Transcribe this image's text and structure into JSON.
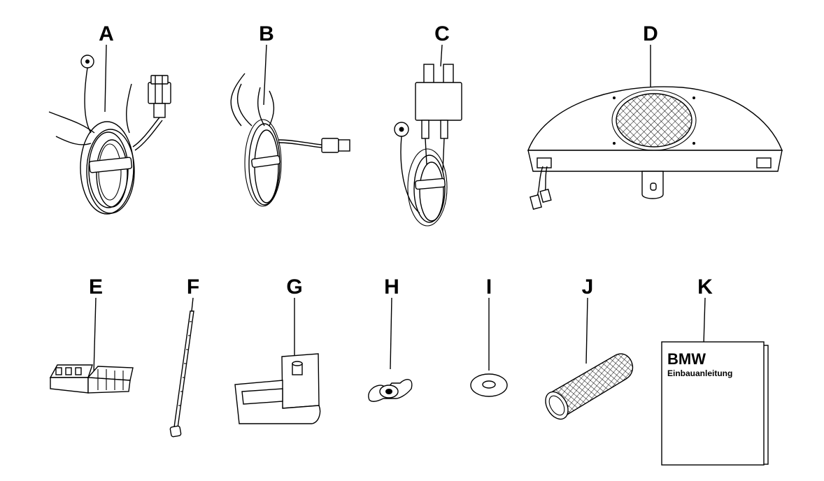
{
  "labels": {
    "A": "A",
    "B": "B",
    "C": "C",
    "D": "D",
    "E": "E",
    "F": "F",
    "G": "G",
    "H": "H",
    "I": "I",
    "J": "J",
    "K": "K"
  },
  "manual": {
    "brand": "BMW",
    "title": "Einbauanleitung"
  }
}
